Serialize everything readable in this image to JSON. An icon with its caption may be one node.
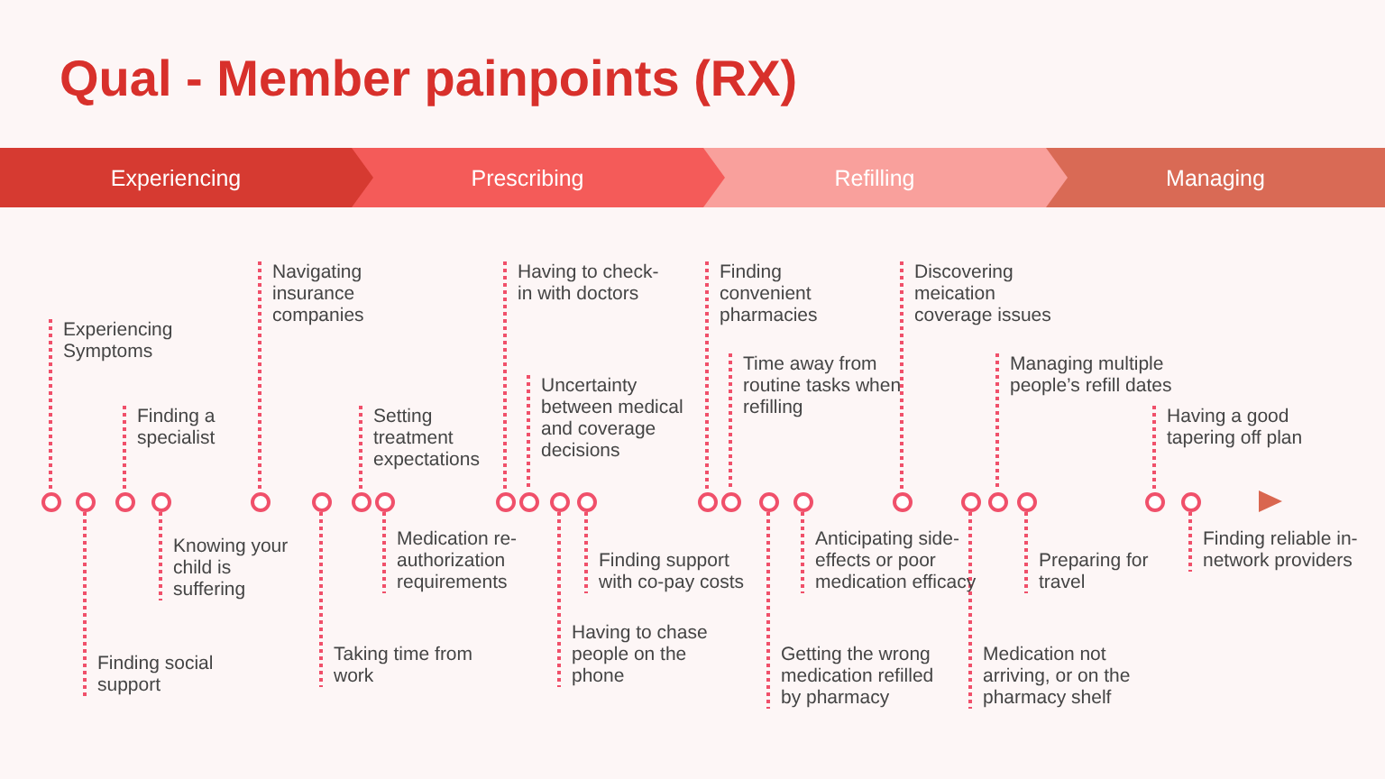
{
  "diagram": {
    "title": "Qual - Member painpoints (RX)",
    "nodes": [
      {
        "text": [
          "Experiencing"
        ]
      },
      {
        "text": [
          "Prescribing"
        ]
      },
      {
        "text": [
          "Refilling"
        ]
      },
      {
        "text": [
          "Managing"
        ]
      },
      {
        "text": [
          "Experiencing Symptoms"
        ]
      },
      {
        "text": [
          "Finding social support"
        ]
      },
      {
        "text": [
          "Finding a specialist"
        ]
      },
      {
        "text": [
          "Knowing your child is suffering"
        ]
      },
      {
        "text": [
          "Navigating insurance companies"
        ]
      },
      {
        "text": [
          "Taking time from work"
        ]
      },
      {
        "text": [
          "Setting treatment expectations"
        ]
      },
      {
        "text": [
          "Medication re-authorization requirements"
        ]
      },
      {
        "text": [
          "Having to check-in with doctors"
        ]
      },
      {
        "text": [
          "Uncertainty between medical and coverage decisions"
        ]
      },
      {
        "text": [
          "Having to chase people on the phone"
        ]
      },
      {
        "text": [
          "Finding support with co-pay costs"
        ]
      },
      {
        "text": [
          "Finding convenient pharmacies"
        ]
      },
      {
        "text": [
          "Time away from routine tasks when refilling"
        ]
      },
      {
        "text": [
          "Getting the wrong medication refilled by pharmacy"
        ]
      },
      {
        "text": [
          "Anticipating side-effects or poor medication efficacy"
        ]
      },
      {
        "text": [
          "Discovering meication coverage issues"
        ]
      },
      {
        "text": [
          "Medication not arriving, or on the pharmacy shelf"
        ]
      },
      {
        "text": [
          "Managing multiple people’s refill dates"
        ]
      },
      {
        "text": [
          "Preparing for travel"
        ]
      },
      {
        "text": [
          "Having a good tapering off plan"
        ]
      },
      {
        "text": [
          "Finding reliable in-network providers"
        ]
      },
      {
        "text": [],
        "shape": "circle"
      },
      {
        "text": [],
        "shape": "circle"
      },
      {
        "text": [],
        "shape": "circle"
      },
      {
        "text": [],
        "shape": "circle"
      },
      {
        "text": [],
        "shape": "circle"
      },
      {
        "text": [],
        "shape": "circle"
      },
      {
        "text": [],
        "shape": "circle"
      },
      {
        "text": [],
        "shape": "circle"
      },
      {
        "text": [],
        "shape": "circle"
      },
      {
        "text": [],
        "shape": "circle"
      },
      {
        "text": [],
        "shape": "circle"
      },
      {
        "text": [],
        "shape": "circle"
      },
      {
        "text": [],
        "shape": "circle"
      },
      {
        "text": [],
        "shape": "circle"
      },
      {
        "text": [],
        "shape": "circle"
      },
      {
        "text": [],
        "shape": "circle"
      },
      {
        "text": [],
        "shape": "circle"
      },
      {
        "text": [],
        "shape": "circle"
      },
      {
        "text": [],
        "shape": "circle"
      },
      {
        "text": [],
        "shape": "circle"
      },
      {
        "text": [],
        "shape": "circle"
      },
      {
        "text": [],
        "shape": "circle"
      }
    ],
    "edges": [
      {
        "from": 4,
        "to": 26,
        "arrow": "none",
        "style": "dashed"
      },
      {
        "from": 5,
        "to": 27,
        "arrow": "none",
        "style": "dashed"
      },
      {
        "from": 6,
        "to": 28,
        "arrow": "none",
        "style": "dashed"
      },
      {
        "from": 7,
        "to": 29,
        "arrow": "none",
        "style": "dashed"
      },
      {
        "from": 8,
        "to": 30,
        "arrow": "none",
        "style": "dashed"
      },
      {
        "from": 9,
        "to": 31,
        "arrow": "none",
        "style": "dashed"
      },
      {
        "from": 10,
        "to": 32,
        "arrow": "none",
        "style": "dashed"
      },
      {
        "from": 11,
        "to": 33,
        "arrow": "none",
        "style": "dashed"
      },
      {
        "from": 12,
        "to": 34,
        "arrow": "none",
        "style": "dashed"
      },
      {
        "from": 13,
        "to": 35,
        "arrow": "none",
        "style": "dashed"
      },
      {
        "from": 14,
        "to": 36,
        "arrow": "none",
        "style": "dashed"
      },
      {
        "from": 15,
        "to": 37,
        "arrow": "none",
        "style": "dashed"
      },
      {
        "from": 16,
        "to": 38,
        "arrow": "none",
        "style": "dashed"
      },
      {
        "from": 17,
        "to": 39,
        "arrow": "none",
        "style": "dashed"
      },
      {
        "from": 18,
        "to": 40,
        "arrow": "none",
        "style": "dashed"
      },
      {
        "from": 19,
        "to": 41,
        "arrow": "none",
        "style": "dashed"
      },
      {
        "from": 20,
        "to": 42,
        "arrow": "none",
        "style": "dashed"
      },
      {
        "from": 21,
        "to": 43,
        "arrow": "none",
        "style": "dashed"
      },
      {
        "from": 22,
        "to": 44,
        "arrow": "none",
        "style": "dashed"
      },
      {
        "from": 23,
        "to": 45,
        "arrow": "none",
        "style": "dashed"
      },
      {
        "from": 24,
        "to": 46,
        "arrow": "none",
        "style": "dashed"
      },
      {
        "from": 25,
        "to": 47,
        "arrow": "none",
        "style": "dashed"
      }
    ]
  }
}
